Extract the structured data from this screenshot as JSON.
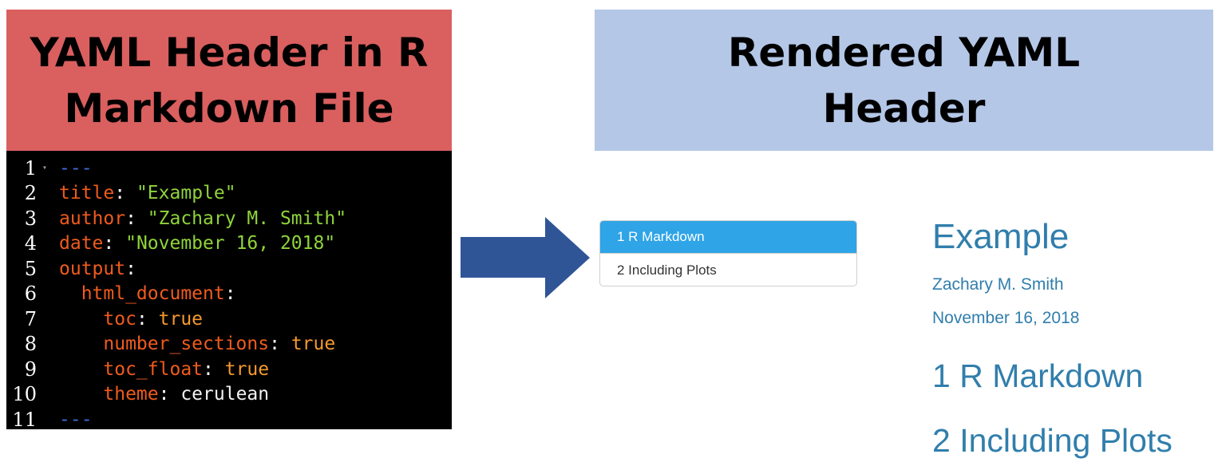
{
  "left_panel": {
    "header_lines": [
      "YAML Header in R",
      "Markdown File"
    ],
    "header_color": "#da5f5f",
    "code_lines": [
      {
        "num": "1",
        "fold": true,
        "tokens": [
          {
            "t": "---",
            "c": "dash"
          }
        ]
      },
      {
        "num": "2",
        "fold": false,
        "tokens": [
          {
            "t": "title",
            "c": "key"
          },
          {
            "t": ": ",
            "c": "colon"
          },
          {
            "t": "\"Example\"",
            "c": "str"
          }
        ]
      },
      {
        "num": "3",
        "fold": false,
        "tokens": [
          {
            "t": "author",
            "c": "key"
          },
          {
            "t": ": ",
            "c": "colon"
          },
          {
            "t": "\"Zachary M. Smith\"",
            "c": "str"
          }
        ]
      },
      {
        "num": "4",
        "fold": false,
        "tokens": [
          {
            "t": "date",
            "c": "key"
          },
          {
            "t": ": ",
            "c": "colon"
          },
          {
            "t": "\"November 16, 2018\"",
            "c": "str"
          }
        ]
      },
      {
        "num": "5",
        "fold": false,
        "tokens": [
          {
            "t": "output",
            "c": "key"
          },
          {
            "t": ":",
            "c": "colon"
          }
        ]
      },
      {
        "num": "6",
        "fold": false,
        "tokens": [
          {
            "t": "  html_document",
            "c": "key"
          },
          {
            "t": ":",
            "c": "colon"
          }
        ]
      },
      {
        "num": "7",
        "fold": false,
        "tokens": [
          {
            "t": "    toc",
            "c": "key"
          },
          {
            "t": ": ",
            "c": "colon"
          },
          {
            "t": "true",
            "c": "bool"
          }
        ]
      },
      {
        "num": "8",
        "fold": false,
        "tokens": [
          {
            "t": "    number_sections",
            "c": "key"
          },
          {
            "t": ": ",
            "c": "colon"
          },
          {
            "t": "true",
            "c": "bool"
          }
        ]
      },
      {
        "num": "9",
        "fold": false,
        "tokens": [
          {
            "t": "    toc_float",
            "c": "key"
          },
          {
            "t": ": ",
            "c": "colon"
          },
          {
            "t": "true",
            "c": "bool"
          }
        ]
      },
      {
        "num": "10",
        "fold": false,
        "tokens": [
          {
            "t": "    theme",
            "c": "key"
          },
          {
            "t": ": ",
            "c": "colon"
          },
          {
            "t": "cerulean",
            "c": "plain"
          }
        ]
      },
      {
        "num": "11",
        "fold": false,
        "tokens": [
          {
            "t": "---",
            "c": "dash"
          }
        ]
      }
    ]
  },
  "arrow": {
    "color": "#2f5597",
    "icon": "right-arrow-icon"
  },
  "right_panel": {
    "header_lines": [
      "Rendered YAML",
      "Header"
    ],
    "header_color": "#b4c7e7",
    "toc": {
      "items": [
        {
          "label": "1 R Markdown",
          "active": true
        },
        {
          "label": "2 Including Plots",
          "active": false
        }
      ],
      "active_color": "#2fa4e7"
    },
    "document": {
      "title": "Example",
      "author": "Zachary M. Smith",
      "date": "November 16, 2018",
      "sections": [
        "1 R Markdown",
        "2 Including Plots"
      ],
      "text_color": "#317eac"
    }
  }
}
